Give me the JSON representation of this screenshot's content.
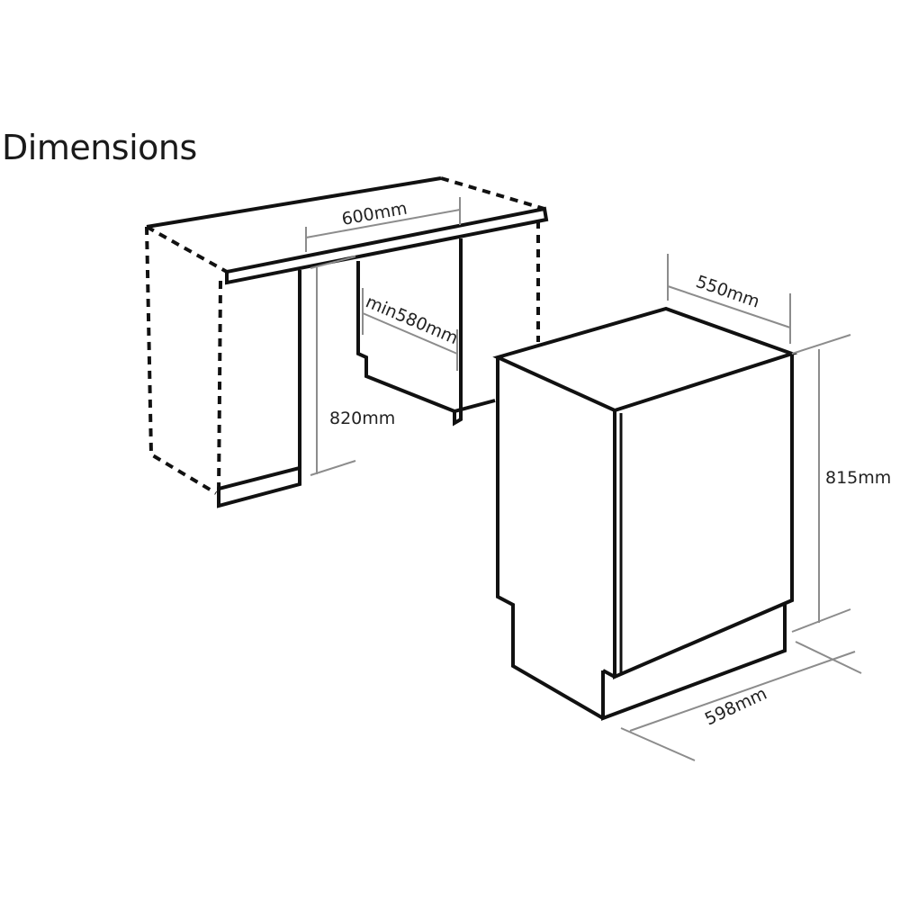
{
  "title": "Dimensions",
  "labels": {
    "worktop_width": "600mm",
    "recess_depth_min": "min580mm",
    "recess_height": "820mm",
    "appliance_depth": "550mm",
    "appliance_height": "815mm",
    "appliance_width": "598mm"
  },
  "colors": {
    "outline": "#111111",
    "dimension_line": "#8c8c8c",
    "text": "#222222"
  }
}
